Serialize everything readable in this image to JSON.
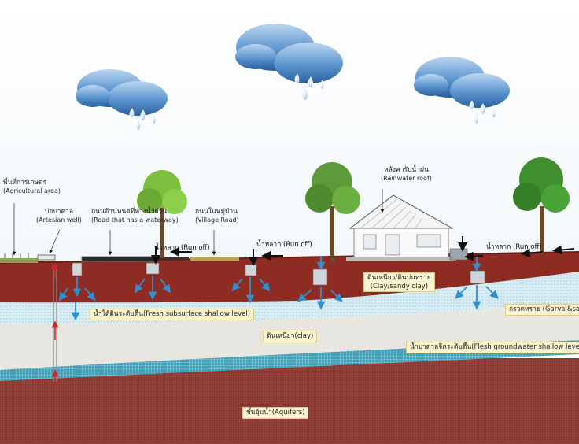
{
  "labels": {
    "agri_th": "พื้นที่การเกษตร",
    "agri_en": "(Agricultural area)",
    "well_th": "บ่อบาดาล",
    "well_en": "(Artesian well)",
    "road_th": "ถนนด้านหนดที่ทางน้ำผ่าน",
    "road_en": "(Road that has a waterway)",
    "village_th": "ถนนในหมู่บ้าน",
    "village_en": "(Village Road)",
    "roof_th": "หลังคารับน้ำฝน",
    "roof_en": "(Rainwater roof)",
    "runoff_1": "น้ำหลาก (Run off)",
    "runoff_2": "น้ำหลาก (Run off)",
    "runoff_3": "น้ำหลาก (Run off)"
  },
  "layers": {
    "clay_sandy": "ดินเหนียว/ดินปนทราย",
    "clay_sandy_en": "(Clay/sandy clay)",
    "fresh_subsurface": "น้ำใต้ดินระดับตื้น(Fresh subsurface shallow level)",
    "gravel_sand": "กรวดทราย (Garval&sand)",
    "clay": "ดินเหนียว(clay)",
    "fresh_groundwater": "น้ำบาดาลจืดระดับตื้น(Flesh groundwater shallow level)",
    "aquifers": "ชั้นอุ้มน้ำ(Aquifers)"
  },
  "colors": {
    "topsoil": "#8e2b22",
    "gravel": "#d9edf3",
    "clay": "#e6e5df",
    "groundwater": "#3b9fb8",
    "aquifer": "#8b3a33",
    "arrow_blue": "#2f8fd0",
    "arrow_red": "#d3202a",
    "cloud_light": "#a9c9ea",
    "cloud_dark": "#2f6fb2",
    "label_box": "#fbf3cf"
  }
}
